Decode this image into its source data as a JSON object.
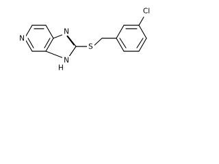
{
  "atoms": [
    {
      "id": "n5",
      "element": "N",
      "label": "N",
      "color": "#000000"
    },
    {
      "id": "n3",
      "element": "N",
      "label": "N",
      "color": "#000000"
    },
    {
      "id": "n1",
      "element": "N",
      "label": "N",
      "color": "#000000"
    },
    {
      "id": "h1",
      "element": "H",
      "label": "H",
      "color": "#000000"
    },
    {
      "id": "s",
      "element": "S",
      "label": "S",
      "color": "#000000"
    },
    {
      "id": "cl",
      "element": "Cl",
      "label": "Cl",
      "color": "#000000"
    }
  ],
  "background": "#ffffff"
}
